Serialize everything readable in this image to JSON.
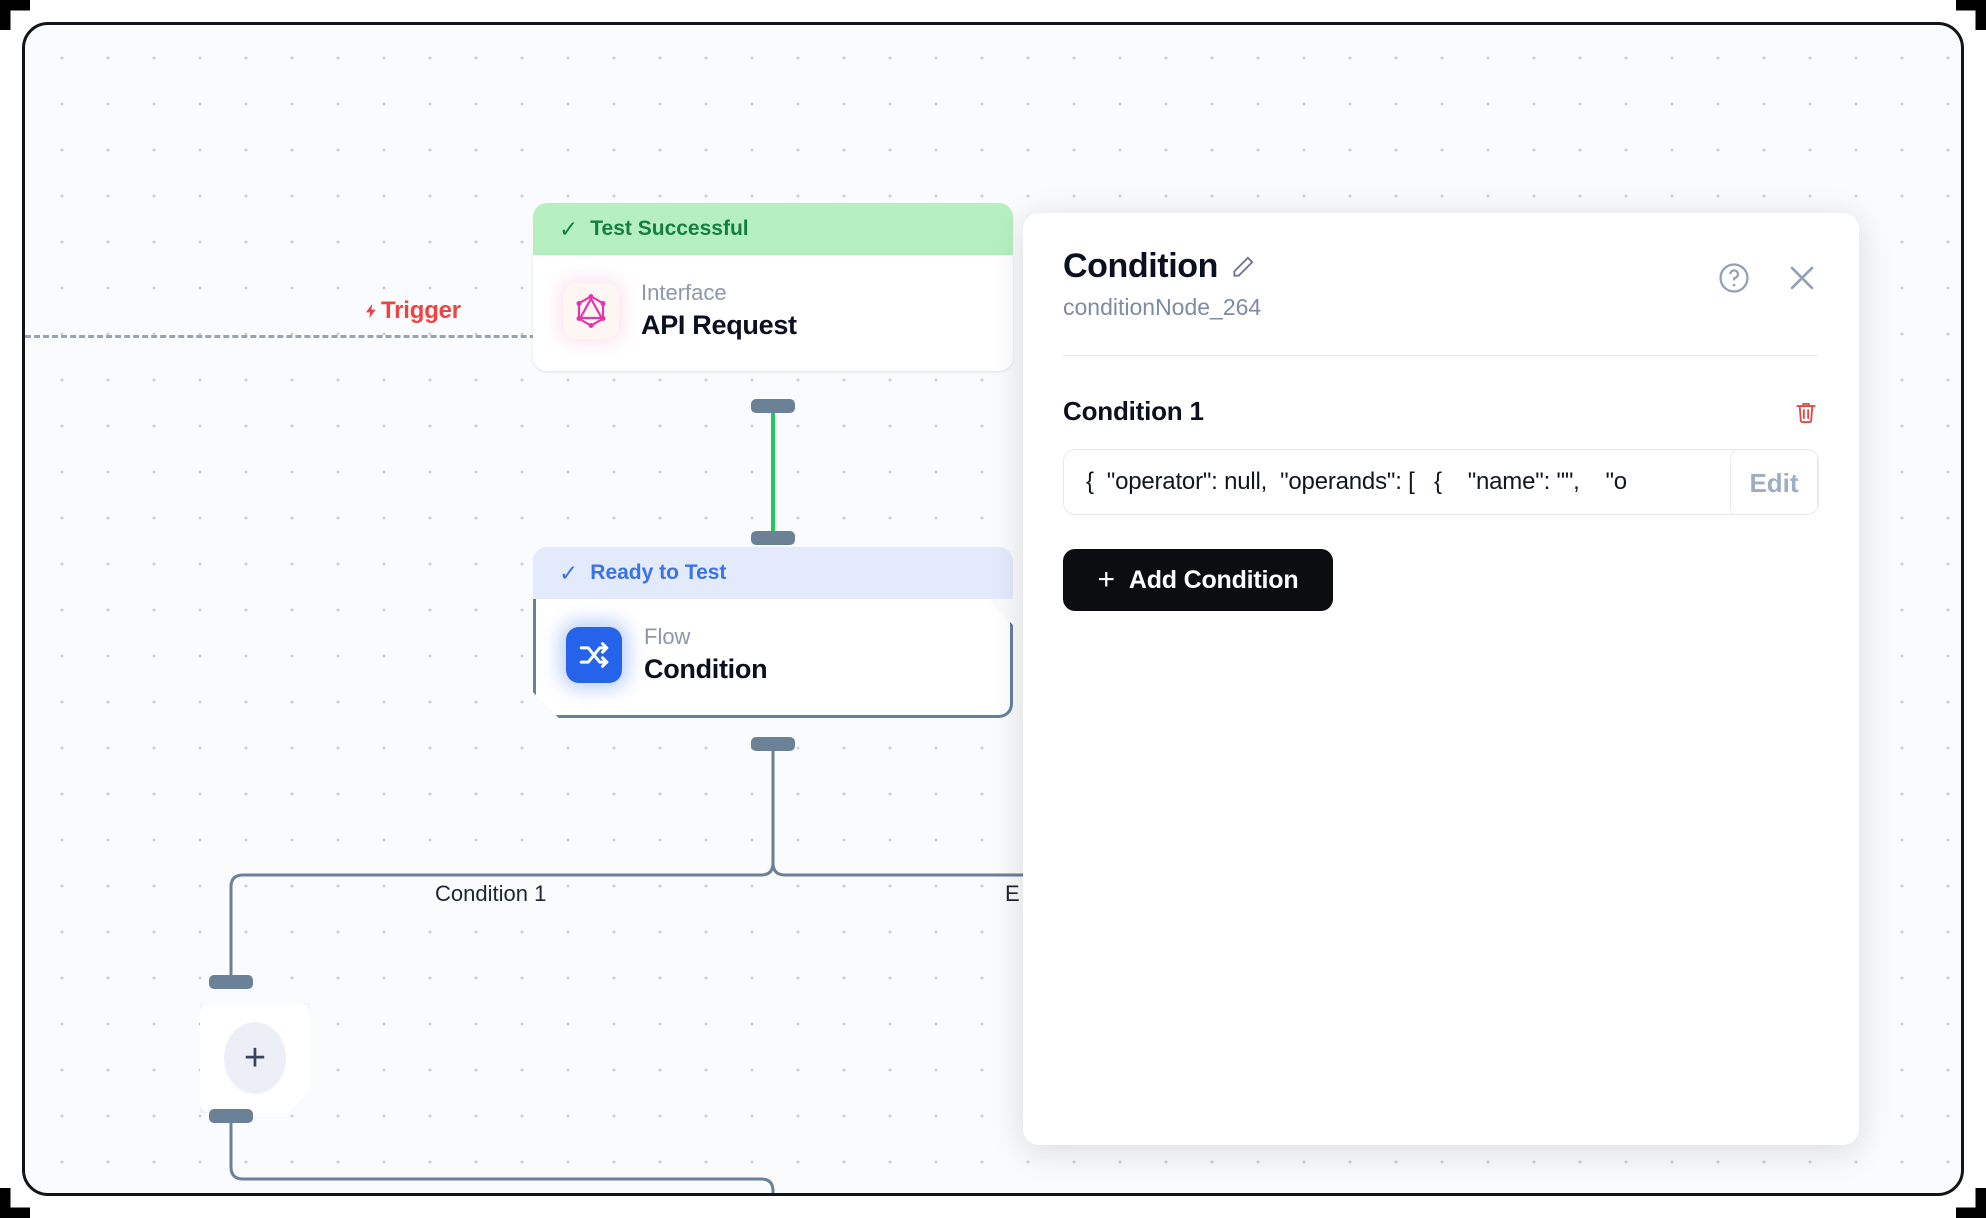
{
  "canvas": {
    "trigger": {
      "label": "Trigger",
      "icon": "lightning-bolt-icon",
      "color": "#ef4444"
    },
    "nodes": [
      {
        "status": "Test Successful",
        "status_state": "success",
        "status_color": "#15803d",
        "status_bg": "#b6f0c0",
        "kind": "Interface",
        "title": "API Request",
        "icon": "graphql-icon"
      },
      {
        "status": "Ready to Test",
        "status_state": "ready",
        "status_color": "#3b72e8",
        "status_bg": "#e3eafb",
        "kind": "Flow",
        "title": "Condition",
        "icon": "flow-branch-icon"
      }
    ],
    "edges": [
      {
        "label": "Condition 1",
        "color": "#6b8196"
      },
      {
        "label": "E",
        "color": "#6b8196"
      }
    ],
    "edge_active_color": "#22c55e",
    "add_node_button": "+"
  },
  "panel": {
    "title": "Condition",
    "edit_title_icon": "pencil-icon",
    "node_id": "conditionNode_264",
    "help_icon": "help-circle-icon",
    "close_icon": "close-icon",
    "condition": {
      "label": "Condition 1",
      "delete_icon": "trash-icon",
      "value": "{  \"operator\": null,  \"operands\": [   {    \"name\": \"\",    \"o",
      "edit_label": "Edit"
    },
    "add_condition_label": "Add Condition",
    "add_condition_plus": "+"
  }
}
